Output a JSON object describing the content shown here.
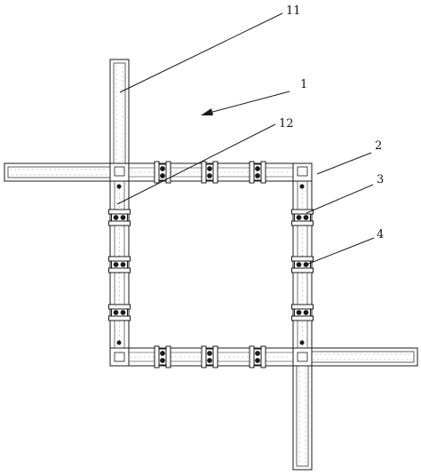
{
  "labels": {
    "assembly": "1",
    "corner_block": "2",
    "clamp_ring": "3",
    "clamp_bolt": "4",
    "extension_bar": "11",
    "frame_rail": "12"
  },
  "colors": {
    "line": "#1a1a1a",
    "fill": "#ffffff",
    "hatch": "#6f6f6f"
  }
}
